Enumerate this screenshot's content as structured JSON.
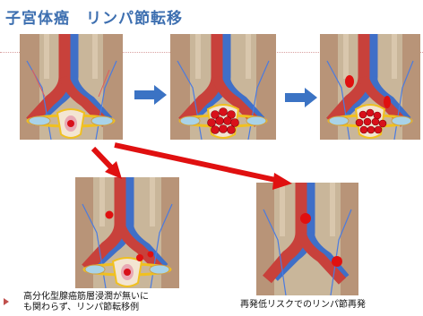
{
  "slide": {
    "title": "子宮体癌　リンパ節転移",
    "caption_left_line1": "高分化型腺癌筋層浸潤が無いに",
    "caption_left_line2": "も関わらず、リンパ節転移例",
    "caption_right": "再発低リスクでのリンパ節再発"
  },
  "colors": {
    "title": "#3d6fb0",
    "artery": "#c8413b",
    "vein": "#3f6fc8",
    "flow_arrow": "#3b73c4",
    "highlight_arrow": "#e01010",
    "node": "#d8101a"
  },
  "icons": [
    "bullet-arrow-icon",
    "right-arrow-icon",
    "diagonal-arrow-icon"
  ]
}
